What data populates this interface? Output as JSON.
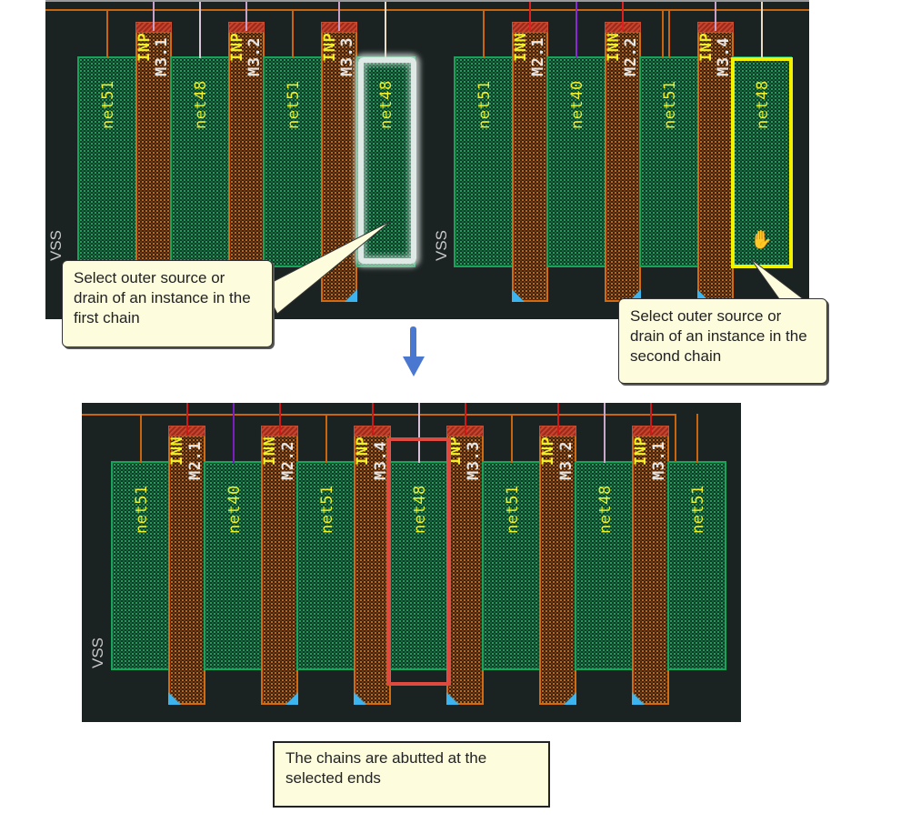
{
  "top_panel": {
    "vss_label_first": "VSS",
    "vss_label_second": "VSS",
    "first_chain": {
      "columns": [
        {
          "type": "diff",
          "net": "net51"
        },
        {
          "type": "gate",
          "pin": "INP",
          "instance": "M3.1",
          "wire_color": "#c8a0c8"
        },
        {
          "type": "diff",
          "net": "net48",
          "wire_color": "#d8c8d8"
        },
        {
          "type": "gate",
          "pin": "INP",
          "instance": "M3.2",
          "wire_color": "#c8a0c8"
        },
        {
          "type": "diff",
          "net": "net51"
        },
        {
          "type": "gate",
          "pin": "INP",
          "instance": "M3.3",
          "wire_color": "#c8a0c8"
        },
        {
          "type": "diff",
          "net": "net48",
          "selected": "glow",
          "wire_color": "#e8dcc8"
        }
      ]
    },
    "second_chain": {
      "columns": [
        {
          "type": "diff",
          "net": "net51"
        },
        {
          "type": "gate",
          "pin": "INN",
          "instance": "M2.1",
          "wire_color": "#e02020"
        },
        {
          "type": "diff",
          "net": "net40",
          "wire_color": "#8a2ad0"
        },
        {
          "type": "gate",
          "pin": "INN",
          "instance": "M2.2",
          "wire_color": "#e02020"
        },
        {
          "type": "diff",
          "net": "net51"
        },
        {
          "type": "gate",
          "pin": "INP",
          "instance": "M3.4",
          "wire_color": "#c8a0c8"
        },
        {
          "type": "diff",
          "net": "net48",
          "selected": "yellow",
          "wire_color": "#e8dcc8"
        }
      ]
    },
    "callout_first": "Select outer source or drain of an instance in the first chain",
    "callout_second": "Select outer source or drain of an instance in the second chain"
  },
  "bottom_panel": {
    "vss_label": "VSS",
    "columns": [
      {
        "type": "diff",
        "net": "net51"
      },
      {
        "type": "gate",
        "pin": "INN",
        "instance": "M2.1",
        "wire_color": "#d01818"
      },
      {
        "type": "diff",
        "net": "net40",
        "wire_color": "#7a1ec0"
      },
      {
        "type": "gate",
        "pin": "INN",
        "instance": "M2.2",
        "wire_color": "#d01818"
      },
      {
        "type": "diff",
        "net": "net51"
      },
      {
        "type": "gate",
        "pin": "INP",
        "instance": "M3.4",
        "wire_color": "#d01818"
      },
      {
        "type": "diff",
        "net": "net48",
        "selected": "red",
        "wire_color": "#d8c0d8"
      },
      {
        "type": "gate",
        "pin": "INP",
        "instance": "M3.3",
        "wire_color": "#d01818"
      },
      {
        "type": "diff",
        "net": "net51"
      },
      {
        "type": "gate",
        "pin": "INP",
        "instance": "M3.2",
        "wire_color": "#d01818"
      },
      {
        "type": "diff",
        "net": "net48",
        "wire_color": "#c8a8c8"
      },
      {
        "type": "gate",
        "pin": "INP",
        "instance": "M3.1",
        "wire_color": "#d01818"
      },
      {
        "type": "diff",
        "net": "net51"
      }
    ],
    "callout_result": "The chains are abutted at the selected ends"
  },
  "colors": {
    "background": "#1b2322",
    "diffusion": "#17a35a",
    "gate": "#d46a10",
    "bus": "#c9650f",
    "label": "#f0f02a",
    "instance_label": "#e8e8e8",
    "highlight_yellow": "#f2f200",
    "highlight_red": "#e04a3e",
    "arrow": "#4a78d0",
    "marker": "#3bb4f0"
  }
}
